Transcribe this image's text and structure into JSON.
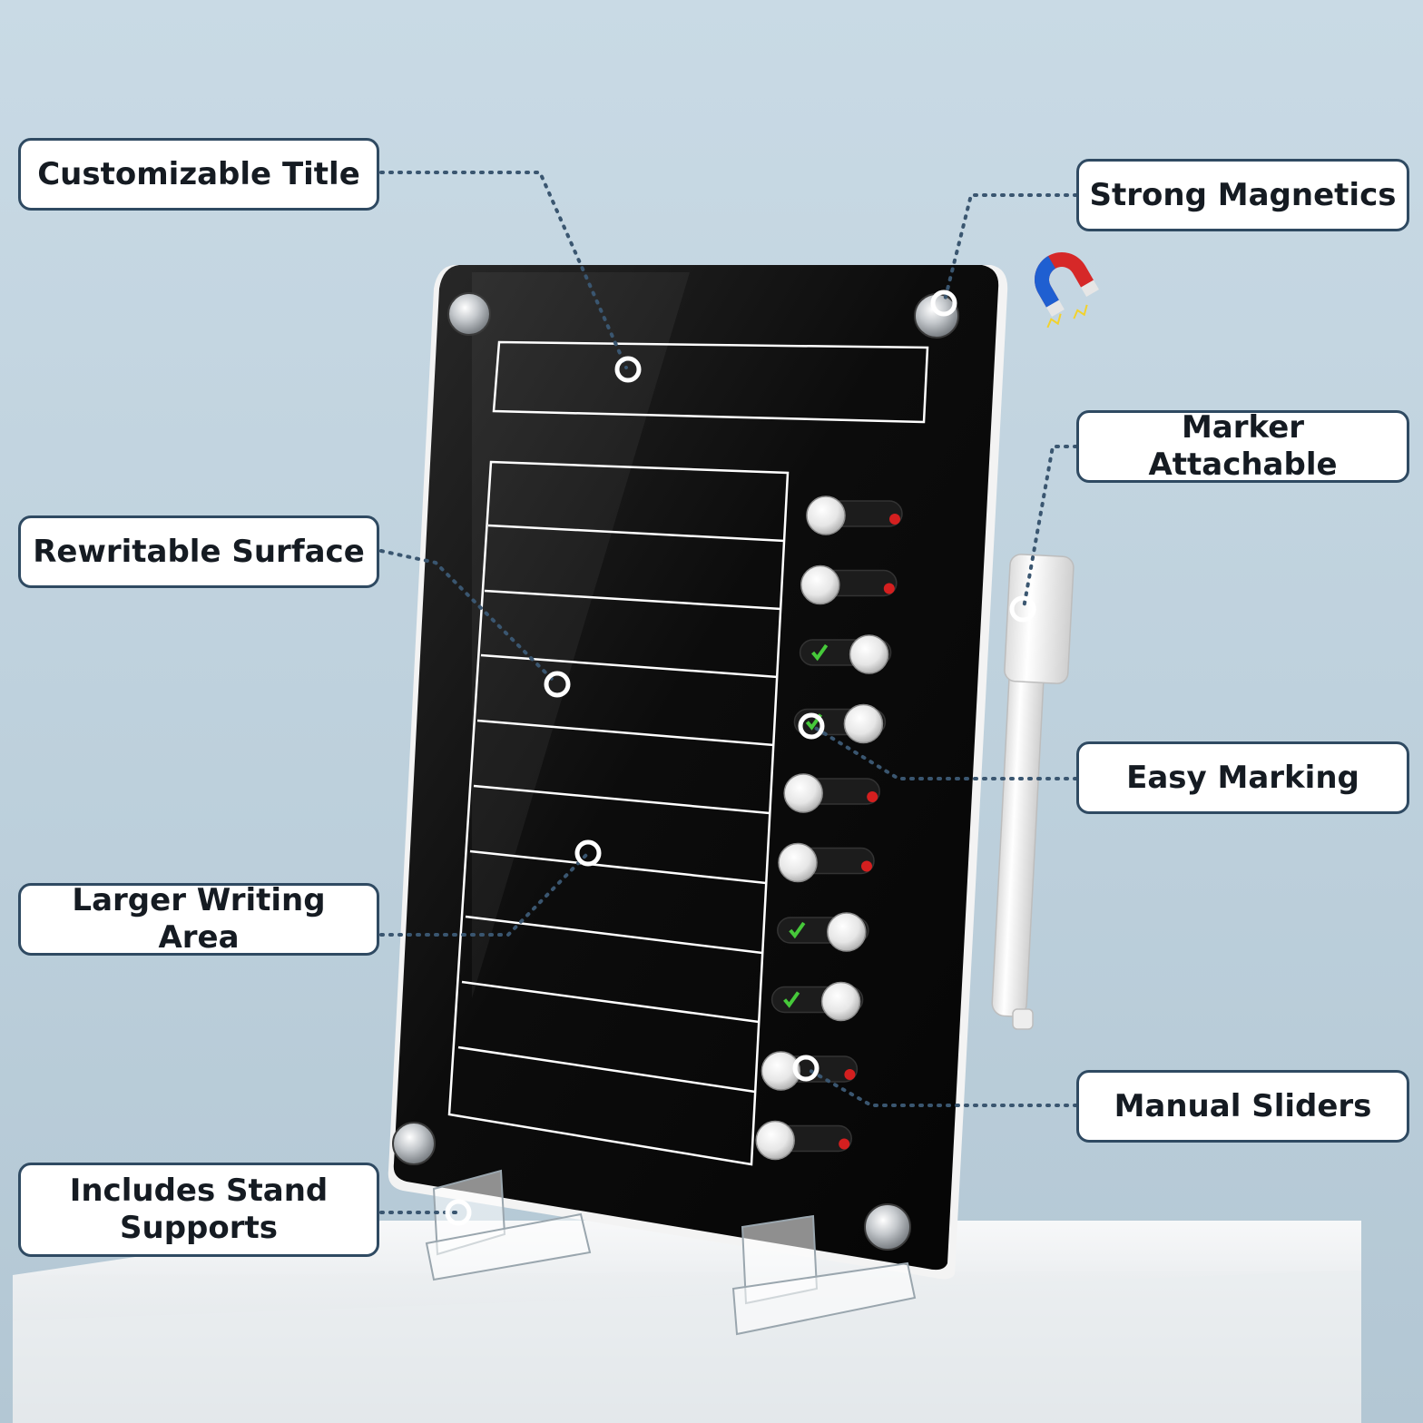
{
  "colors": {
    "callout_border": "#2f4a62",
    "callout_text": "#151b22",
    "leader_dots": "#3a5670",
    "board": "#0d0d0d",
    "marker_point": "#ffffff",
    "check_green": "#46c93a",
    "slider_red": "#d41f1f"
  },
  "callouts": {
    "customizable_title": "Customizable Title",
    "rewritable_surface": "Rewritable Surface",
    "larger_writing_area": "Larger Writing Area",
    "includes_stand_supports": "Includes Stand\nSupports",
    "strong_magnetics": "Strong Magnetics",
    "marker_attachable": "Marker Attachable",
    "easy_marking": "Easy Marking",
    "manual_sliders": "Manual Sliders"
  },
  "product": {
    "icon": "horseshoe-magnet-icon",
    "slider_states": [
      "open",
      "open",
      "done",
      "done",
      "open",
      "open",
      "done",
      "done",
      "open",
      "open"
    ]
  }
}
